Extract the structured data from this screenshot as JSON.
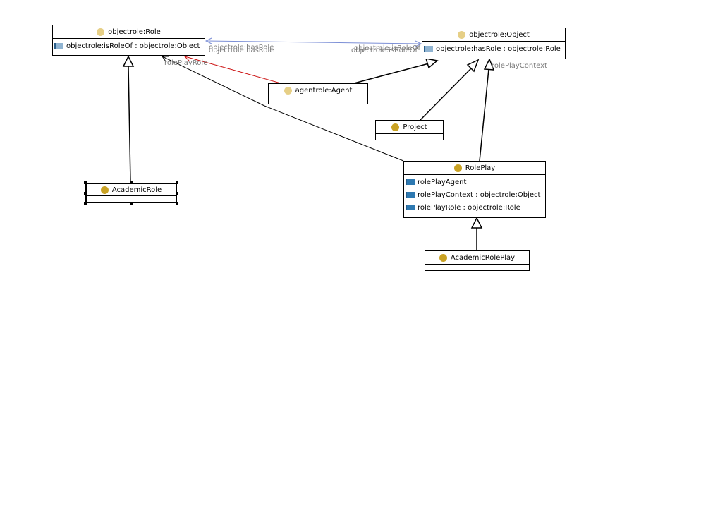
{
  "classes": {
    "role": {
      "name": "objectrole:Role",
      "attrs": [
        "objectrole:isRoleOf : objectrole:Object"
      ]
    },
    "object": {
      "name": "objectrole:Object",
      "attrs": [
        "objectrole:hasRole : objectrole:Role"
      ]
    },
    "agent": {
      "name": "agentrole:Agent"
    },
    "project": {
      "name": "Project"
    },
    "roleplay": {
      "name": "RolePlay",
      "attrs": [
        "rolePlayAgent",
        "rolePlayContext : objectrole:Object",
        "rolePlayRole : objectrole:Role"
      ]
    },
    "academicrole": {
      "name": "AcademicRole"
    },
    "academicroleplay": {
      "name": "AcademicRolePlay"
    }
  },
  "edge_labels": {
    "hasrole_a": "objectrole:hasRole",
    "hasrole_b": "objectrole:hasRole",
    "isroleof_a": "objectrole:isRoleOf",
    "isroleof_b": "objectrole:isRoleOf",
    "roleplayrole": "rolePlayRole",
    "roleplaycontext": "rolePlayContext"
  },
  "colors": {
    "association": "#7c8fd6",
    "agent_link": "#cc1111",
    "inheritance": "#000000",
    "label": "#7a7a7a"
  }
}
